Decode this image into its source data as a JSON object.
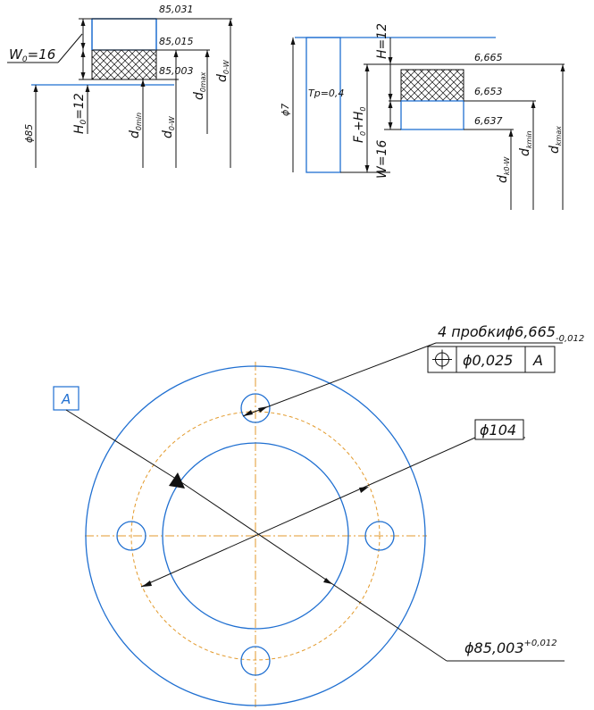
{
  "colors": {
    "outline": "#1f6fd1",
    "centerline": "#e39a2c",
    "dimension": "#111111"
  },
  "left_scheme": {
    "dims": {
      "top": "85,031",
      "mid": "85,015",
      "low": "85,003"
    },
    "w0": {
      "base": "W",
      "sub": "0",
      "tail": "=16"
    },
    "diam": "ϕ85",
    "h0": {
      "base": "H",
      "sub": "0",
      "tail": "=12"
    },
    "d0min": {
      "base": "d",
      "sub": "0min"
    },
    "d0w": {
      "base": "d",
      "sub": "0-W"
    },
    "d0max": {
      "base": "d",
      "sub": "0max"
    },
    "d0w2": {
      "base": "d",
      "sub": "0-W"
    }
  },
  "right_scheme": {
    "h": "H=12",
    "diam": "ϕ7",
    "tp": "Tp=0,4",
    "fh": {
      "a": "F",
      "asub": "0",
      "mid": "+H",
      "bsub": "0"
    },
    "w": "W=16",
    "dims": {
      "top": "6,665",
      "mid": "6,653",
      "low": "6,637"
    },
    "dkw": {
      "base": "d",
      "sub": "k0-W"
    },
    "dkmin": {
      "base": "d",
      "sub": "kmin"
    },
    "dkmax": {
      "base": "d",
      "sub": "kmax"
    }
  },
  "flange": {
    "holes_note": {
      "text": "4 пробкиϕ6,665",
      "tol": "-0,012"
    },
    "position_frame": {
      "icon": "position-icon",
      "value": "ϕ0,025",
      "datum": "A"
    },
    "datum_label": "A",
    "pcd_label": "ϕ104",
    "bore_label": {
      "text": "ϕ85,003",
      "tol": "+0,012"
    }
  }
}
